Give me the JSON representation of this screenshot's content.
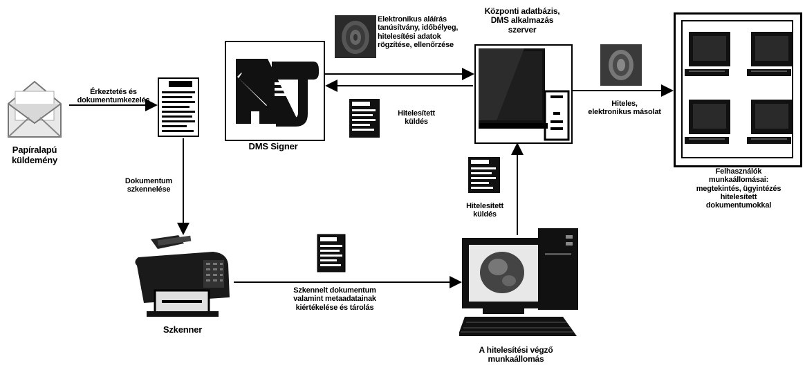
{
  "labels": {
    "postal_mail": "Papíralapú\nküldemény",
    "arrival_registration": "Érkeztetés és\ndokumentumkezelés",
    "doc_scanning": "Dokumentum\nszkennelése",
    "scanner": "Szkenner",
    "scanned_doc": "Szkennelt dokumentum\nvalamint metaadatainak\nkiértékelése és tárolás",
    "central_db": "Központi adatbázis,\nDMS alkalmazás\nszerver",
    "e_signature_data": "Elektronikus aláírás\ntanúsítvány, időbélyeg,\nhitelesítési adatok\nrögzítése, ellenőrzése",
    "signed_doc_1": "Hitelesített\nküldés",
    "signed_doc_2": "Hitelesített\nküldés",
    "dms_signer": "DMS Signer",
    "archive_data": "Hiteles,\nelektronikus másolat",
    "workstation": "A hitelesítési végző\nmunkaállomás",
    "clients": "Felhasználók\nmunkaállomásai:\nmegtekintés, ügyintézés\nhitelesített\ndokumentumokkal"
  },
  "icons": {
    "envelope": "envelope-icon",
    "document": "document-icon",
    "signer": "signature-pen-icon",
    "server": "server-icon",
    "scanner": "scanner-icon",
    "workstation": "computer-icon",
    "monitor": "monitor-icon",
    "fingerprint": "fingerprint-image"
  }
}
